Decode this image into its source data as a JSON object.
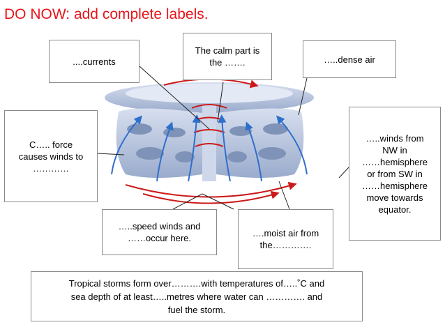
{
  "title": "DO NOW: add complete labels.",
  "labels": {
    "currents": "....currents",
    "calm": "The calm part is\nthe …….",
    "dense": "…..dense air",
    "force": "C….. force\ncauses winds to\n…………",
    "winds": "…..winds from\nNW in\n……hemisphere\nor from SW in\n……hemisphere\nmove towards\nequator.",
    "speed": "…..speed winds and\n……occur here.",
    "moist": "….moist air from\nthe…………."
  },
  "bottom_text": "Tropical storms form over……….with temperatures of…..˚C and\nsea depth of at least…..metres where water can …………. and\nfuel the storm.",
  "colors": {
    "title": "#e8141b",
    "cloud": "#b9c6de",
    "cloud_dark": "#7f93b8",
    "arrow_red": "#cc1a1a",
    "arrow_blue": "#2f6fcc"
  }
}
